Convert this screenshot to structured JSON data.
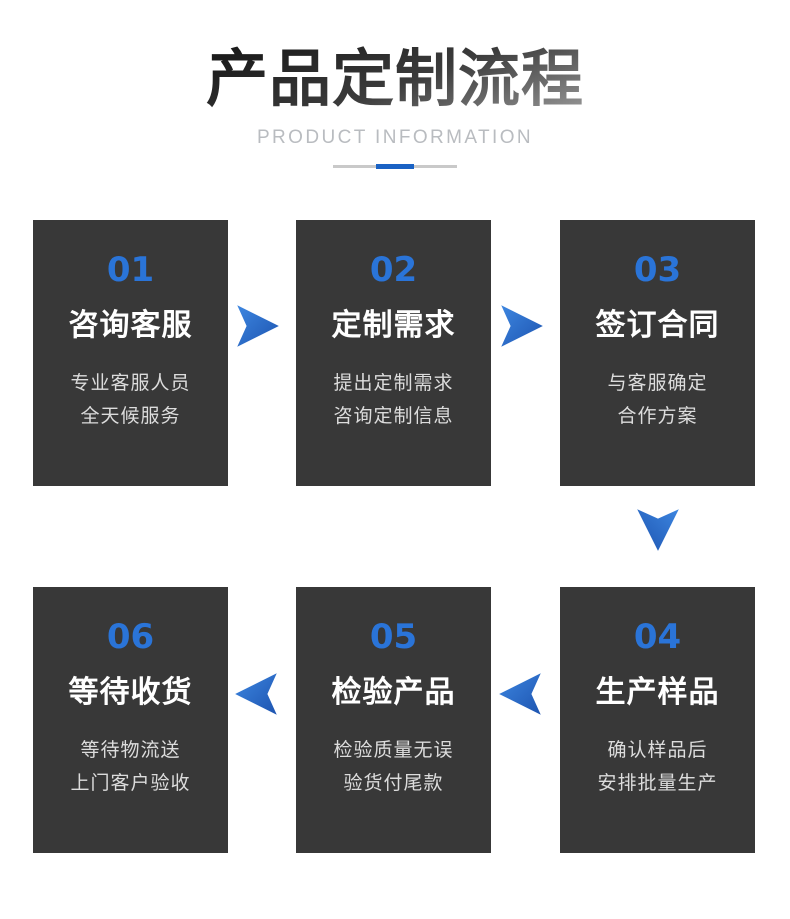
{
  "header": {
    "title": "产品定制流程",
    "subtitle": "PRODUCT INFORMATION",
    "accent_color": "#1a62c4",
    "rule_color": "#c9c9c9"
  },
  "theme": {
    "card_background": "#383838",
    "number_color": "#2a74d8",
    "title_color": "#ffffff",
    "desc_color": "#dcdcdc",
    "arrow_color_light": "#3d86e0",
    "arrow_color_dark": "#1d54b0",
    "page_background": "#ffffff"
  },
  "flow": {
    "steps": [
      {
        "number": "01",
        "title": "咨询客服",
        "desc": [
          "专业客服人员",
          "全天候服务"
        ]
      },
      {
        "number": "02",
        "title": "定制需求",
        "desc": [
          "提出定制需求",
          "咨询定制信息"
        ]
      },
      {
        "number": "03",
        "title": "签订合同",
        "desc": [
          "与客服确定",
          "合作方案"
        ]
      },
      {
        "number": "04",
        "title": "生产样品",
        "desc": [
          "确认样品后",
          "安排批量生产"
        ]
      },
      {
        "number": "05",
        "title": "检验产品",
        "desc": [
          "检验质量无误",
          "验货付尾款"
        ]
      },
      {
        "number": "06",
        "title": "等待收货",
        "desc": [
          "等待物流送",
          "上门客户验收"
        ]
      }
    ],
    "arrows": [
      {
        "name": "arrow-right-01-02",
        "direction": "right"
      },
      {
        "name": "arrow-right-02-03",
        "direction": "right"
      },
      {
        "name": "arrow-down-03-04",
        "direction": "down"
      },
      {
        "name": "arrow-left-04-05",
        "direction": "left"
      },
      {
        "name": "arrow-left-05-06",
        "direction": "left"
      }
    ]
  }
}
